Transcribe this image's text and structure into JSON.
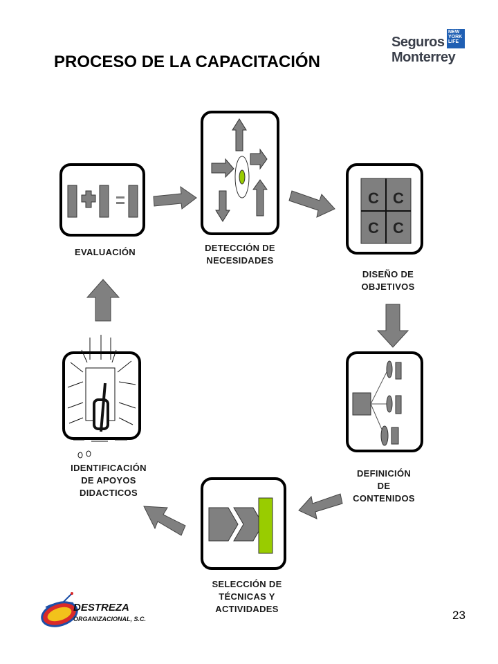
{
  "title": "PROCESO DE LA CAPACITACIÓN",
  "brand": {
    "line1": "Seguros",
    "line2": "Monterrey",
    "badge": [
      "NEW",
      "YORK",
      "LIFE"
    ]
  },
  "steps": {
    "evaluacion": {
      "lines": [
        "EVALUACIÓN"
      ]
    },
    "deteccion": {
      "lines": [
        "DETECCIÓN DE",
        "NECESIDADES"
      ]
    },
    "diseno": {
      "lines": [
        "DISEÑO DE",
        "OBJETIVOS"
      ],
      "cells": [
        "C",
        "C",
        "C",
        "C"
      ]
    },
    "definicion": {
      "lines": [
        "DEFINICIÓN",
        "DE",
        "CONTENIDOS"
      ]
    },
    "seleccion": {
      "lines": [
        "SELECCIÓN DE",
        "TÉCNICAS Y",
        "ACTIVIDADES"
      ]
    },
    "identificacion": {
      "lines": [
        "IDENTIFICACIÓN",
        "DE APOYOS",
        "DIDACTICOS"
      ]
    }
  },
  "footer": {
    "logo_line1": "DESTREZA",
    "logo_line2": "ORGANIZACIONAL, S.C.",
    "page_number": "23"
  },
  "colors": {
    "box_border": "#000000",
    "arrow_fill": "#808080",
    "icon_gray": "#7f7f7f",
    "accent_green": "#99cc00",
    "brand_blue": "#1f5fb3"
  }
}
